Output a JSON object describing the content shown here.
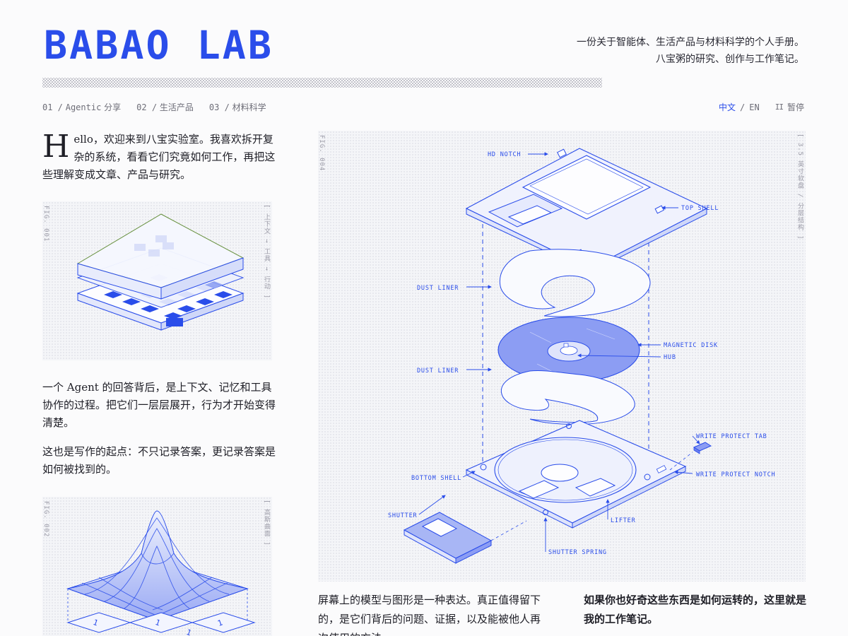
{
  "header": {
    "logo": "BABAO LAB",
    "tagline_line1": "一份关于智能体、生活产品与材料科学的个人手册。",
    "tagline_line2": "八宝粥的研究、创作与工作笔记。"
  },
  "nav": {
    "items": [
      {
        "num": "01 /",
        "label": "Agentic",
        "label2": "分享"
      },
      {
        "num": "02 /",
        "label": "生活产品",
        "label2": ""
      },
      {
        "num": "03 /",
        "label": "材料科学",
        "label2": ""
      }
    ]
  },
  "lang": {
    "zh": "中文",
    "sep": "/",
    "en": "EN",
    "pause_label": "暂停",
    "pause_icon": "pause-icon"
  },
  "intro": {
    "dropcap": "H",
    "text": "ello，欢迎来到八宝实验室。我喜欢拆开复杂的系统，看看它们究竟如何工作，再把这些理解变成文章、产品与研究。"
  },
  "fig1": {
    "label": "FIG. 001",
    "side": "[ 上下文 → 工具 → 行动 ]"
  },
  "para1": "一个 Agent 的回答背后，是上下文、记忆和工具协作的过程。把它们一层层展开，行为才开始变得清楚。",
  "para2": "这也是写作的起点：不只记录答案，更记录答案是如何被找到的。",
  "fig2": {
    "label": "FIG. 002",
    "side": "[ 高斯曲面 ]",
    "tile_labels": [
      "1",
      "1",
      "1",
      "1"
    ]
  },
  "fig4": {
    "label": "FIG. 004",
    "side": "[ 3.5 英寸软盘 / 分层结构 ]",
    "labels": {
      "hd_notch": "HD NOTCH",
      "top_shell": "TOP SHELL",
      "dust_liner_top": "DUST LINER",
      "magnetic_disk": "MAGNETIC DISK",
      "hub": "HUB",
      "dust_liner_bottom": "DUST LINER",
      "write_protect_tab": "WRITE PROTECT TAB",
      "write_protect_notch": "WRITE PROTECT NOTCH",
      "bottom_shell": "BOTTOM SHELL",
      "shutter": "SHUTTER",
      "lifter": "LIFTER",
      "shutter_spring": "SHUTTER SPRING"
    }
  },
  "caption1": "屏幕上的模型与图形是一种表达。真正值得留下的，是它们背后的问题、证据，以及能被他人再次使用的方法。",
  "caption2": "如果你也好奇这些东西是如何运转的，这里就是我的工作笔记。",
  "colors": {
    "accent": "#2a4dea",
    "light_blue": "#a8b6f5",
    "disk_blue": "#8c9df3",
    "green_edge": "#5e8a32"
  }
}
